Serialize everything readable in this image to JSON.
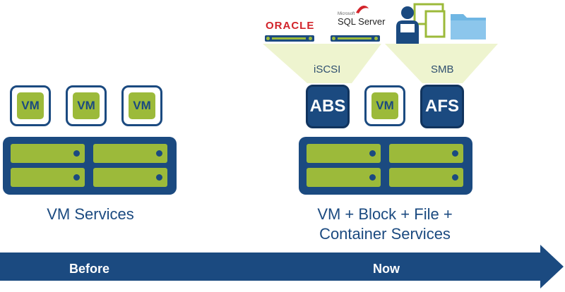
{
  "before": {
    "vms": [
      "VM",
      "VM",
      "VM"
    ],
    "caption": "VM Services"
  },
  "now": {
    "logos": {
      "oracle": "ORACLE",
      "sql_small": "Microsoft",
      "sql": "SQL Server"
    },
    "protocols": [
      "iSCSI",
      "SMB"
    ],
    "tiles": [
      "ABS",
      "VM",
      "AFS"
    ],
    "caption_line1": "VM + Block + File +",
    "caption_line2": "Container Services"
  },
  "timeline": {
    "before_label": "Before",
    "now_label": "Now"
  },
  "colors": {
    "navy": "#1b4a80",
    "green": "#9cba3a",
    "light_green_beam": "#eef4cf",
    "folder_blue": "#6fb6e3"
  }
}
